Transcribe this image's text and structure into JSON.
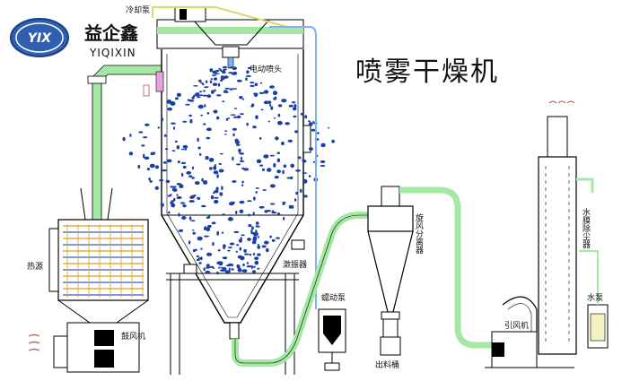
{
  "logo": {
    "mark": "YIX",
    "brand_cn": "益企鑫",
    "brand_en": "YIQIXIN"
  },
  "title": "喷雾干燥机",
  "labels": {
    "cooling_pump": "冷却泵",
    "electric_nozzle": "电动喷头",
    "heat_source": "热源",
    "blower": "鼓风机",
    "vibrator": "激振器",
    "peristaltic_pump": "蠕动泵",
    "cyclone": "旋风分离器",
    "discharge_bucket": "出料桶",
    "induced_fan": "引风机",
    "water_film_dust_remover": "水膜除尘器",
    "water_pump": "水泵"
  },
  "colors": {
    "line": "#000000",
    "hot_air_duct": "#a4e8a4",
    "feed_tube": "#7fb0ff",
    "coolant_tube": "#d9d96a",
    "heater_coil": "#e0a020",
    "spray_droplets": "#1a3fa8",
    "logo_blue": "#2f5fb0",
    "heat_marks": "#c0504d"
  }
}
